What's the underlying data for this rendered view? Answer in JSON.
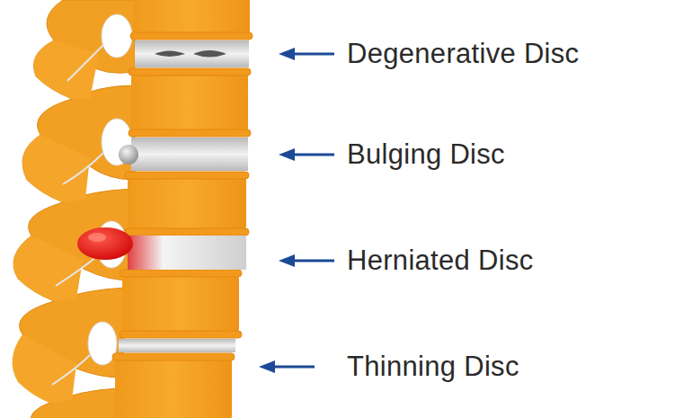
{
  "diagram": {
    "labels": [
      "Degenerative Disc",
      "Bulging Disc",
      "Herniated Disc",
      "Thinning Disc"
    ]
  }
}
